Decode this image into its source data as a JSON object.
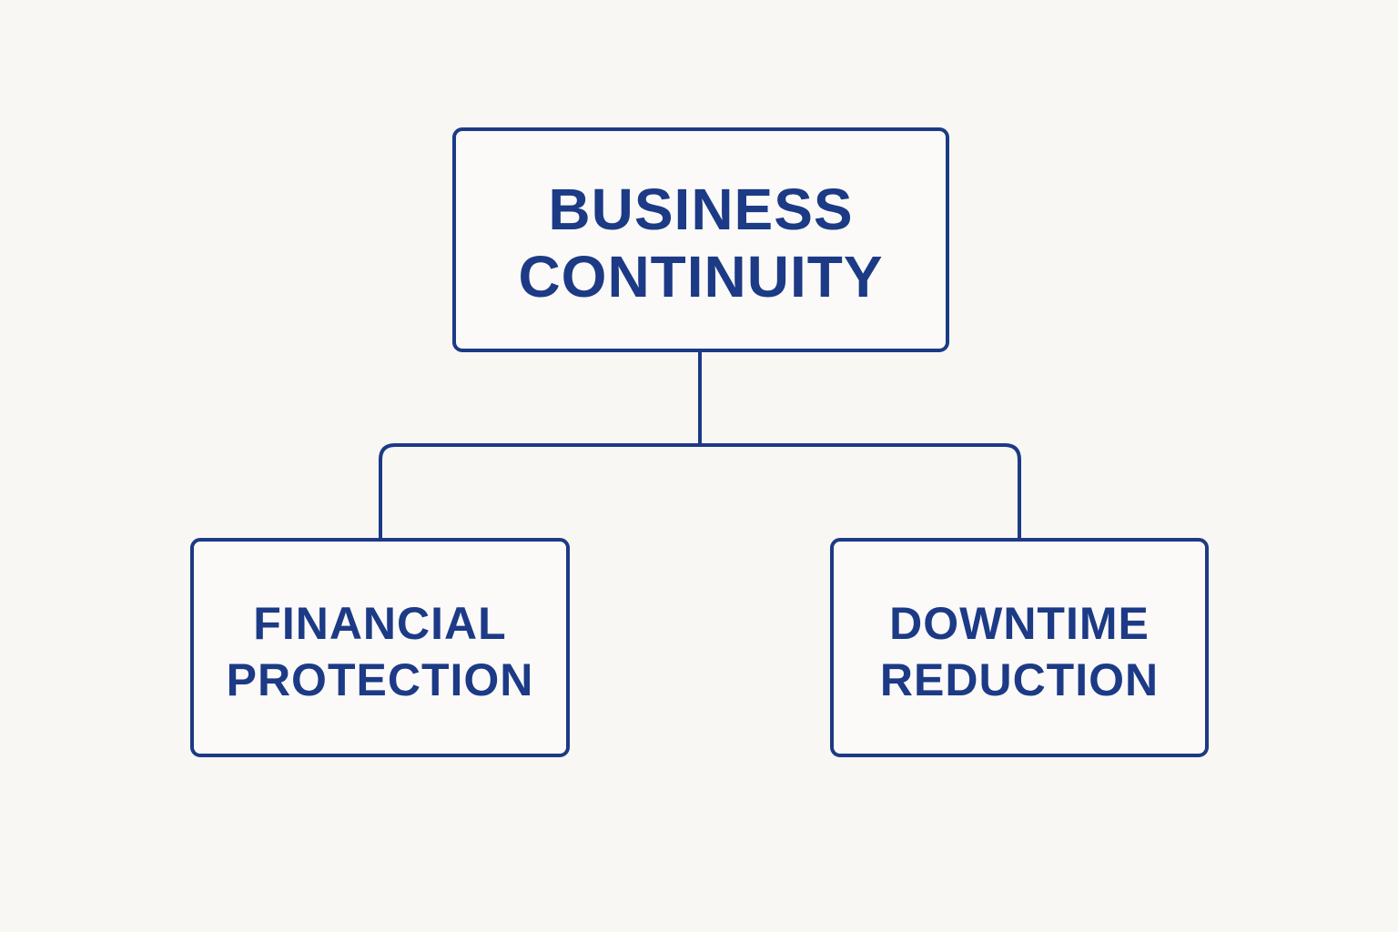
{
  "diagram": {
    "root": {
      "line1": "BUSINESS",
      "line2": "CONTINUITY"
    },
    "children": [
      {
        "line1": "FINANCIAL",
        "line2": "PROTECTION"
      },
      {
        "line1": "DOWNTIME",
        "line2": "REDUCTION"
      }
    ]
  },
  "colors": {
    "background": "#f9f7f4",
    "stroke": "#1c3a85",
    "text": "#1c3a85"
  }
}
